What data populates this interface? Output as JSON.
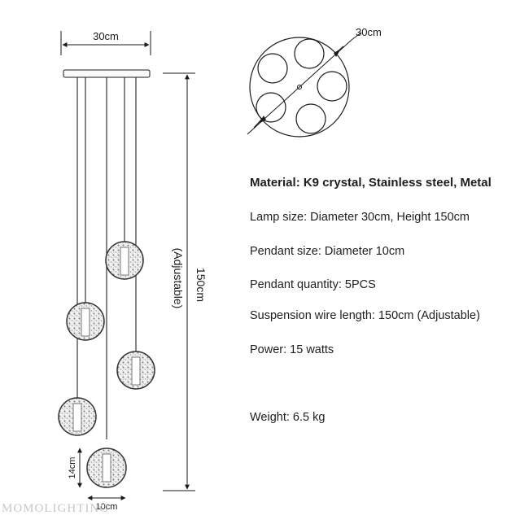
{
  "dimensions": {
    "top_width": "30cm",
    "plate_diameter": "30cm",
    "height": "150cm",
    "height_note": "(Adjustable)",
    "pendant_height": "14cm",
    "pendant_width": "10cm"
  },
  "specs": [
    {
      "label": "Material: K9 crystal, Stainless steel, Metal"
    },
    {
      "label": "Lamp size: Diameter 30cm, Height 150cm"
    },
    {
      "label": "Pendant size: Diameter 10cm"
    },
    {
      "label": "Pendant quantity: 5PCS"
    },
    {
      "label": "Suspension wire length: 150cm (Adjustable)"
    },
    {
      "label": "Power: 15 watts"
    },
    {
      "label": "Weight: 6.5 kg"
    }
  ],
  "watermark": "MOMOLIGHTING",
  "colors": {
    "line": "#1a1a1a",
    "watermark": "#c8c8c8"
  }
}
